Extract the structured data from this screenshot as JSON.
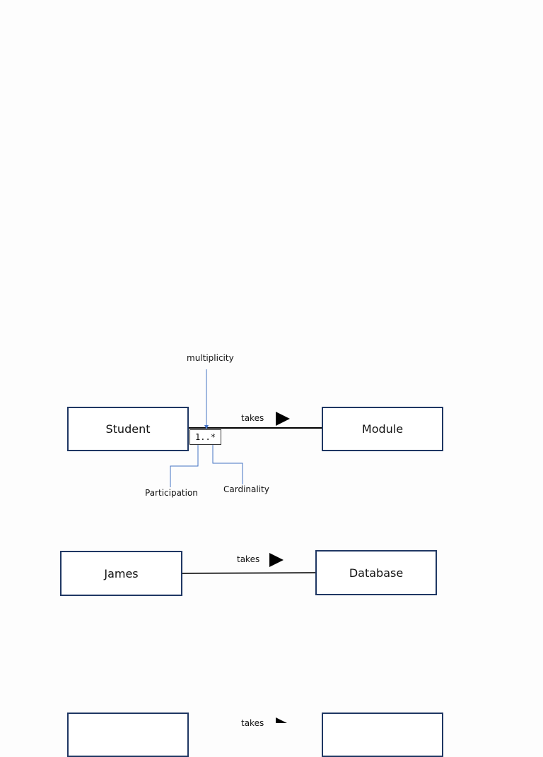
{
  "diagram1": {
    "left_class": "Student",
    "right_class": "Module",
    "relation": "takes",
    "multiplicity": "1..*",
    "annotations": {
      "multiplicity": "multiplicity",
      "participation": "Participation",
      "cardinality": "Cardinality"
    }
  },
  "diagram2": {
    "left_class": "James",
    "right_class": "Database",
    "relation": "takes"
  },
  "diagram3": {
    "relation": "takes"
  },
  "colors": {
    "box_border": "#1f3763",
    "annotation_line": "#4472c4",
    "association_line": "#000000"
  }
}
